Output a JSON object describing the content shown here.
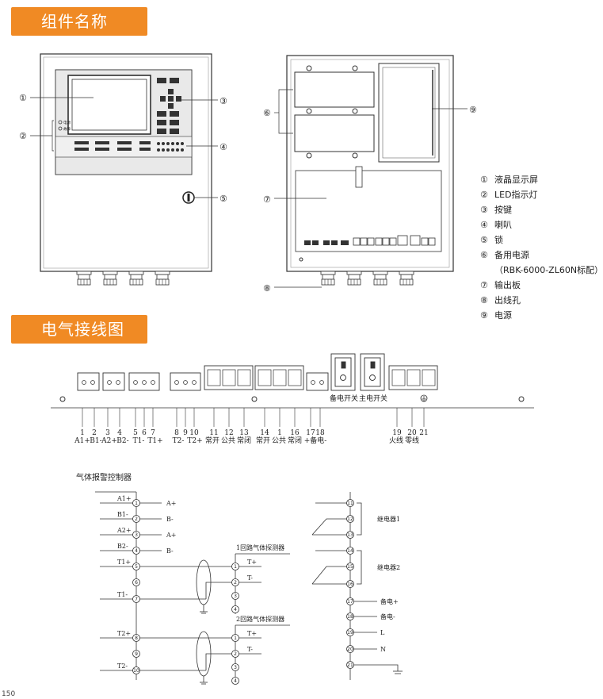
{
  "sections": {
    "components": "组件名称",
    "wiring": "电气接线图"
  },
  "callouts": [
    "①",
    "②",
    "③",
    "④",
    "⑤",
    "⑥",
    "⑦",
    "⑧",
    "⑨"
  ],
  "legend": [
    {
      "num": "①",
      "text": "液晶显示屏"
    },
    {
      "num": "②",
      "text": "LED指示灯"
    },
    {
      "num": "③",
      "text": "按键"
    },
    {
      "num": "④",
      "text": "喇叭"
    },
    {
      "num": "⑤",
      "text": "锁"
    },
    {
      "num": "⑥",
      "text": "备用电源"
    },
    {
      "num": "",
      "text": "（RBK-6000-ZL60N标配）"
    },
    {
      "num": "⑦",
      "text": "输出板"
    },
    {
      "num": "⑧",
      "text": "出线孔"
    },
    {
      "num": "⑨",
      "text": "电源"
    }
  ],
  "led_labels": [
    "电源",
    "故障"
  ],
  "terminal_strip": {
    "numbers": [
      "1",
      "2",
      "3",
      "4",
      "5",
      "6",
      "7",
      "8",
      "9",
      "10",
      "11",
      "12",
      "13",
      "14",
      "1",
      "16",
      "17",
      "18",
      "19",
      "20",
      "21"
    ],
    "labels": [
      "A1+",
      "B1-",
      "A2+",
      "B2-",
      "T1-",
      "T1+",
      "T2-",
      "T2+",
      "常开",
      "公共",
      "常闭",
      "常开",
      "公共",
      "常闭",
      "+备电-",
      "火线",
      "零线"
    ],
    "switch_labels": [
      "备电开关",
      "主电开关"
    ]
  },
  "schematic": {
    "controller_title": "气体报警控制器",
    "left_terminals": [
      "A1+",
      "B1-",
      "A2+",
      "B2-",
      "T1+",
      "T1-",
      "T2+",
      "T2-"
    ],
    "left_numbers": [
      "1",
      "2",
      "3",
      "4",
      "5",
      "6",
      "7",
      "8",
      "9",
      "10"
    ],
    "signal_labels": [
      "A+",
      "B-",
      "A+",
      "B-"
    ],
    "detector1_title": "1回路气体探测器",
    "detector2_title": "2回路气体探测器",
    "detector_numbers": [
      "1",
      "2",
      "3",
      "4"
    ],
    "detector_pins": [
      "T+",
      "T-"
    ],
    "right_numbers": [
      "11",
      "12",
      "13",
      "14",
      "15",
      "16",
      "17",
      "18",
      "19",
      "20",
      "21"
    ],
    "relay1": "继电器1",
    "relay2": "继电器2",
    "right_labels": [
      "备电+",
      "备电-",
      "L",
      "N"
    ]
  },
  "page_number": "150"
}
